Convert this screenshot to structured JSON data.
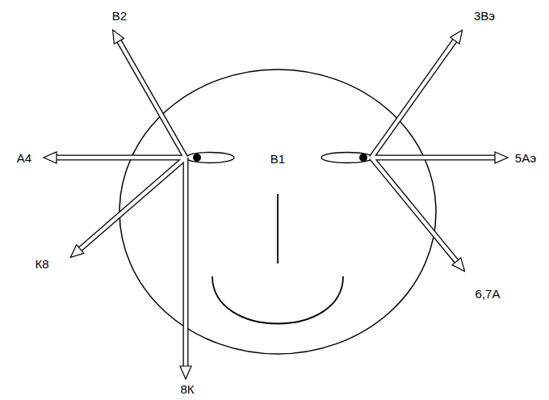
{
  "diagram": {
    "labels": [
      "В2",
      "3Вэ",
      "А4",
      "В1",
      "5Аэ",
      "К8",
      "6,7А",
      "8К"
    ]
  }
}
